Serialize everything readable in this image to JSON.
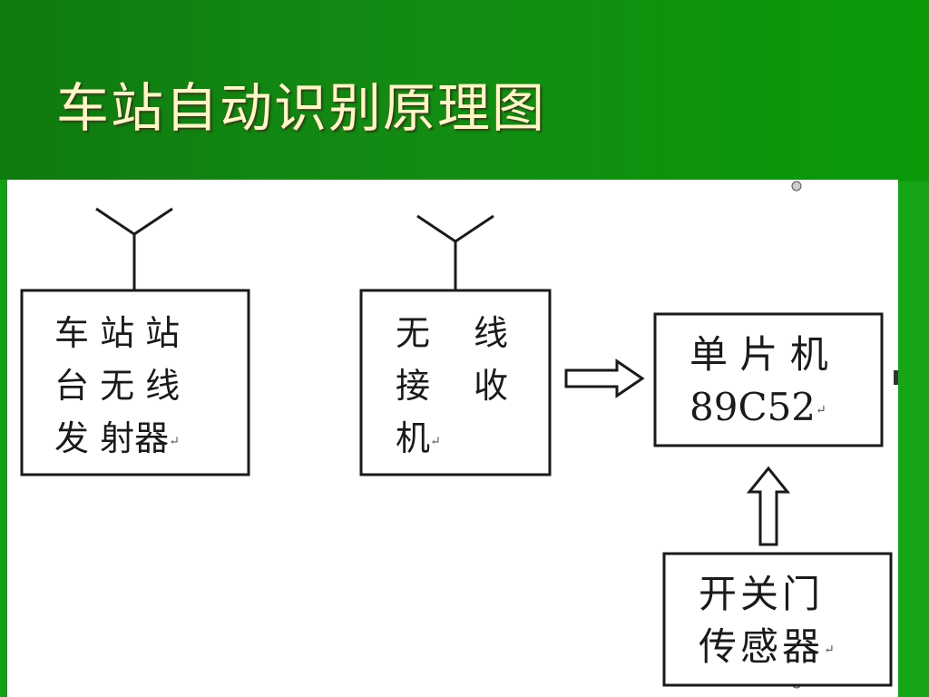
{
  "title": "车站自动识别原理图",
  "blocks": {
    "transmitter": {
      "lines": [
        "车 站 站",
        "台 无 线",
        "发 射器"
      ]
    },
    "receiver": {
      "line1a": "无",
      "line1b": "线",
      "line2a": "接",
      "line2b": "收",
      "line3": "机"
    },
    "mcu": {
      "lines": [
        "单 片 机",
        "89C52"
      ]
    },
    "sensor": {
      "lines": [
        "开关门",
        "传感器"
      ]
    }
  },
  "para_mark": "↵",
  "colors": {
    "background": "#138a13",
    "title": "#fdf7c6",
    "canvas": "#ffffff"
  }
}
